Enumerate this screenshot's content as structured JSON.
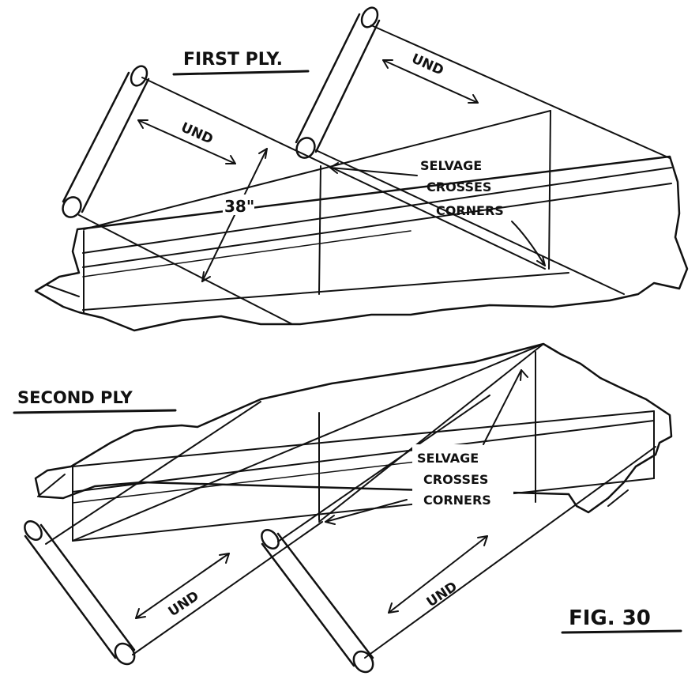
{
  "top": {
    "title": "FIRST PLY.",
    "roll_left_label": "UND",
    "roll_right_label": "UND",
    "dimension": "38\"",
    "callout": [
      "SELVAGE",
      "CROSSES",
      "CORNERS"
    ]
  },
  "bottom": {
    "title": "SECOND PLY",
    "roll_left_label": "UND",
    "roll_right_label": "UND",
    "callout": [
      "SELVAGE",
      "CROSSES",
      "CORNERS"
    ]
  },
  "figure_label": "FIG. 30",
  "colors": {
    "ink": "#111111",
    "paper": "#ffffff"
  }
}
